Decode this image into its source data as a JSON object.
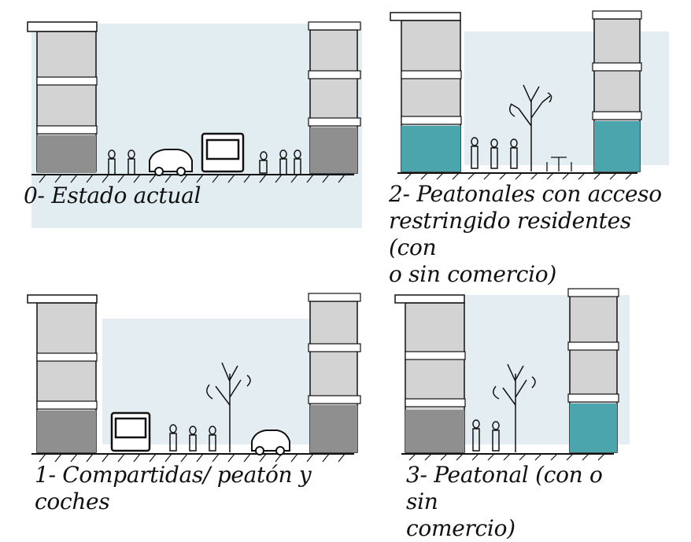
{
  "panels": [
    {
      "id": "p0",
      "caption": "0- Estado actual"
    },
    {
      "id": "p2",
      "caption": "2- Peatonales con acceso\nrestringido residentes (con\no sin comercio)"
    },
    {
      "id": "p1",
      "caption": "1- Compartidas/ peatón y\ncoches"
    },
    {
      "id": "p3",
      "caption": "3- Peatonal (con o sin\ncomercio)"
    }
  ],
  "colors": {
    "sky": "#dbe8ee",
    "building_upper": "#d3d3d3",
    "building_ground": "#8f8f8f",
    "commerce": "#4aa5ad",
    "ink": "#111111"
  }
}
